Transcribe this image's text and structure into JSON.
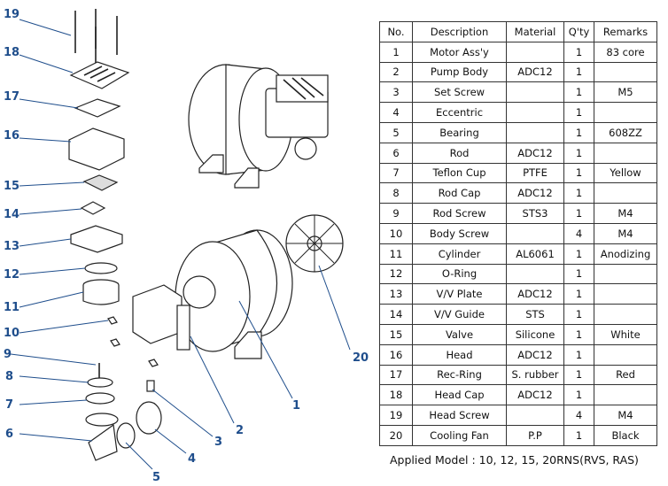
{
  "table": {
    "headers": [
      "No.",
      "Description",
      "Material",
      "Q'ty",
      "Remarks"
    ],
    "rows": [
      [
        "1",
        "Motor Ass'y",
        "",
        "1",
        "83 core"
      ],
      [
        "2",
        "Pump Body",
        "ADC12",
        "1",
        ""
      ],
      [
        "3",
        "Set Screw",
        "",
        "1",
        "M5"
      ],
      [
        "4",
        "Eccentric",
        "",
        "1",
        ""
      ],
      [
        "5",
        "Bearing",
        "",
        "1",
        "608ZZ"
      ],
      [
        "6",
        "Rod",
        "ADC12",
        "1",
        ""
      ],
      [
        "7",
        "Teflon Cup",
        "PTFE",
        "1",
        "Yellow"
      ],
      [
        "8",
        "Rod Cap",
        "ADC12",
        "1",
        ""
      ],
      [
        "9",
        "Rod Screw",
        "STS3",
        "1",
        "M4"
      ],
      [
        "10",
        "Body Screw",
        "",
        "4",
        "M4"
      ],
      [
        "11",
        "Cylinder",
        "AL6061",
        "1",
        "Anodizing"
      ],
      [
        "12",
        "O-Ring",
        "",
        "1",
        ""
      ],
      [
        "13",
        "V/V Plate",
        "ADC12",
        "1",
        ""
      ],
      [
        "14",
        "V/V Guide",
        "STS",
        "1",
        ""
      ],
      [
        "15",
        "Valve",
        "Silicone",
        "1",
        "White"
      ],
      [
        "16",
        "Head",
        "ADC12",
        "1",
        ""
      ],
      [
        "17",
        "Rec-Ring",
        "S. rubber",
        "1",
        "Red"
      ],
      [
        "18",
        "Head Cap",
        "ADC12",
        "1",
        ""
      ],
      [
        "19",
        "Head Screw",
        "",
        "4",
        "M4"
      ],
      [
        "20",
        "Cooling Fan",
        "P.P",
        "1",
        "Black"
      ]
    ]
  },
  "applied_model": "Applied Model : 10, 12, 15, 20RNS(RVS, RAS)",
  "callouts": [
    "19",
    "18",
    "17",
    "16",
    "15",
    "14",
    "13",
    "12",
    "11",
    "10",
    "9",
    "8",
    "7",
    "6",
    "5",
    "4",
    "3",
    "2",
    "1",
    "20"
  ],
  "colors": {
    "callout": "#1f4e8c",
    "line": "#222222"
  }
}
